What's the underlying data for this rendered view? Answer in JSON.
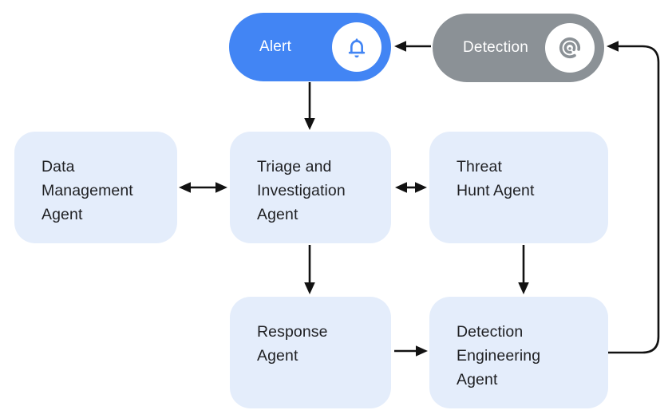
{
  "diagram": {
    "title": "SOC agent workflow diagram",
    "colors": {
      "blue": "#4285F4",
      "gray": "#8B9196",
      "box": "#E4EDFB",
      "arrow": "#121212",
      "text": "#202124",
      "white": "#ffffff"
    },
    "pills": {
      "alert": {
        "label": "Alert",
        "icon": "bell-icon"
      },
      "detection": {
        "label": "Detection",
        "icon": "detection-spiral-icon"
      }
    },
    "boxes": {
      "data_management": {
        "label": "Data\nManagement\nAgent"
      },
      "triage": {
        "label": "Triage and\nInvestigation\nAgent"
      },
      "threat_hunt": {
        "label": "Threat\nHunt Agent"
      },
      "response": {
        "label": "Response\nAgent"
      },
      "detection_engineering": {
        "label": "Detection\nEngineering\nAgent"
      }
    },
    "edges": [
      {
        "from": "Detection",
        "to": "Alert",
        "style": "arrow"
      },
      {
        "from": "Alert",
        "to": "Triage and Investigation Agent",
        "style": "arrow"
      },
      {
        "from": "Data Management Agent",
        "to": "Triage and Investigation Agent",
        "style": "double-arrow"
      },
      {
        "from": "Triage and Investigation Agent",
        "to": "Threat Hunt Agent",
        "style": "double-arrow"
      },
      {
        "from": "Triage and Investigation Agent",
        "to": "Response Agent",
        "style": "arrow"
      },
      {
        "from": "Threat Hunt Agent",
        "to": "Detection Engineering Agent",
        "style": "arrow"
      },
      {
        "from": "Response Agent",
        "to": "Detection Engineering Agent",
        "style": "arrow"
      },
      {
        "from": "Detection Engineering Agent",
        "to": "Detection",
        "style": "elbow-arrow"
      }
    ]
  }
}
